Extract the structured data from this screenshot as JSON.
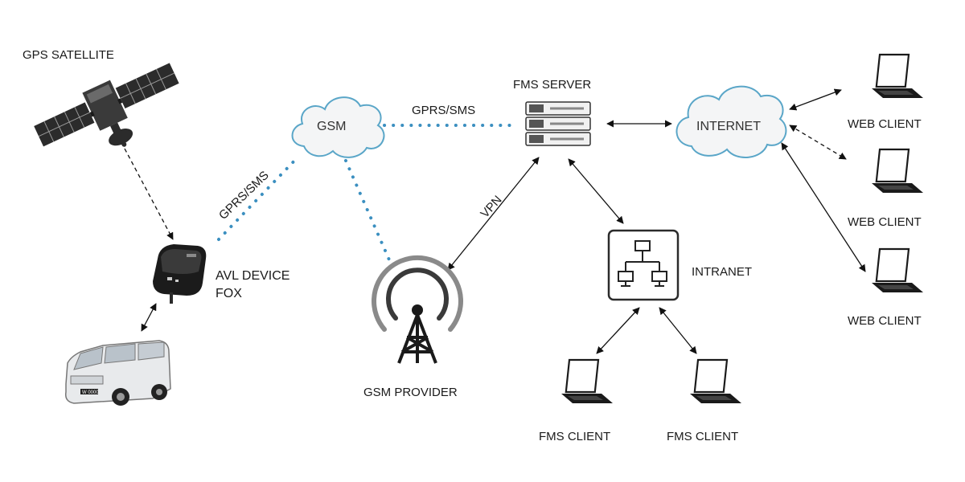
{
  "labels": {
    "gps_satellite": "GPS SATELLITE",
    "gsm_cloud": "GSM",
    "gprs_sms_top": "GPRS/SMS",
    "gprs_sms_left": "GPRS/SMS",
    "fms_server": "FMS SERVER",
    "internet_cloud": "INTERNET",
    "vpn": "VPN",
    "avl_device_line1": "AVL DEVICE",
    "avl_device_line2": "FOX",
    "gsm_provider": "GSM PROVIDER",
    "intranet": "INTRANET",
    "fms_client_1": "FMS CLIENT",
    "fms_client_2": "FMS CLIENT",
    "web_client_1": "WEB CLIENT",
    "web_client_2": "WEB CLIENT",
    "web_client_3": "WEB CLIENT",
    "device_brand": "FOX",
    "van_plate": "W 0000"
  },
  "colors": {
    "link_dots": "#3b8fc0",
    "cloud_outline": "#5aa6c8",
    "tower_rings": "#8a8a8a"
  },
  "icons": [
    "satellite-icon",
    "gps-device-icon",
    "van-icon",
    "cloud-icon",
    "server-rack-icon",
    "cell-tower-icon",
    "intranet-network-icon",
    "laptop-icon"
  ]
}
